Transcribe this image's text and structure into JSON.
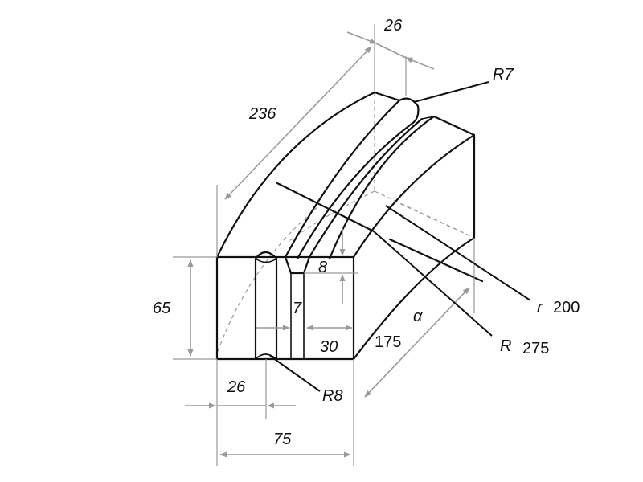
{
  "colors": {
    "outline": "#111111",
    "dimension": "#9a9a9a",
    "background": "#ffffff"
  },
  "dimensions": {
    "length": "236",
    "groove_width_top": "26",
    "groove_radius_top": "R7",
    "height": "65",
    "groove_depth": "8",
    "groove_offset": "7",
    "tongue_width": "30",
    "groove_position": "26",
    "groove_radius_bottom": "R8",
    "width": "75",
    "chord": "175",
    "angle": "α",
    "inner_radius_prefix": "r",
    "inner_radius": "200",
    "outer_radius_prefix": "R",
    "outer_radius": "275"
  }
}
